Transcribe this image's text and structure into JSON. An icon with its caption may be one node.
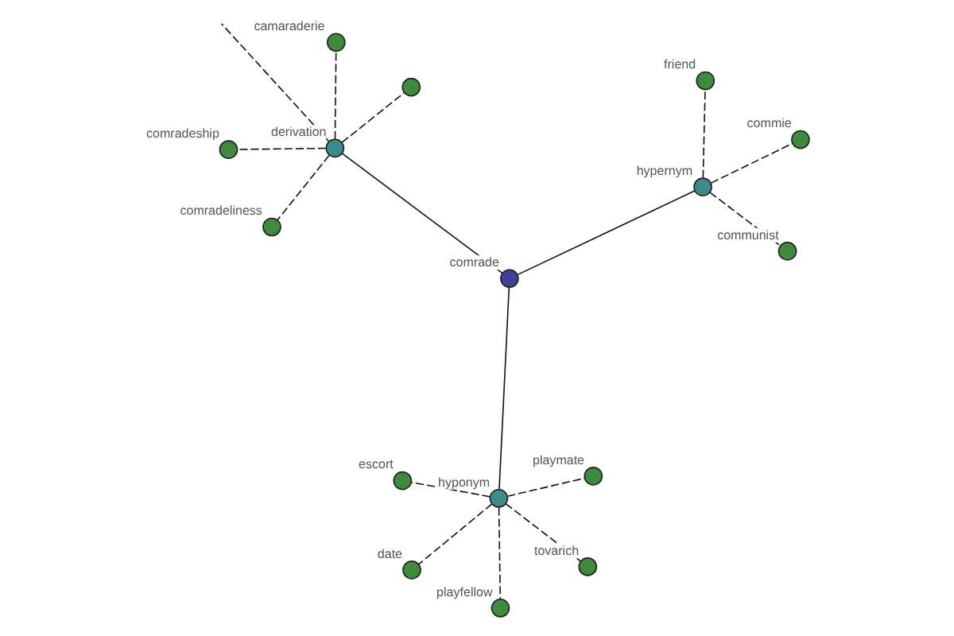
{
  "diagram": {
    "nodes": [
      {
        "text": [],
        "shape": "circle"
      },
      {
        "text": [
          "comradeship"
        ]
      },
      {
        "text": [
          "communist"
        ]
      },
      {
        "text": [
          "derivation"
        ]
      },
      {
        "text": [
          "camaraderie"
        ]
      },
      {
        "text": [
          "friend"
        ]
      },
      {
        "text": [
          "comradeliness"
        ]
      },
      {
        "text": [
          "hypernym"
        ]
      },
      {
        "text": [
          "commie"
        ]
      },
      {
        "text": [
          "comrade"
        ]
      },
      {
        "text": [
          "date"
        ]
      },
      {
        "text": [
          "playmate"
        ]
      },
      {
        "text": [
          "hyponym"
        ]
      },
      {
        "text": [
          "escort"
        ]
      },
      {
        "text": [
          "tovarich"
        ]
      },
      {
        "text": [
          "playfellow"
        ]
      }
    ],
    "edges": [
      {
        "from": 9,
        "to": 7,
        "arrow": "none"
      },
      {
        "from": 9,
        "to": 3,
        "arrow": "none"
      },
      {
        "from": 9,
        "to": 12,
        "arrow": "none"
      },
      {
        "from": 7,
        "to": 2,
        "arrow": "none",
        "style": "dashed"
      },
      {
        "from": 7,
        "to": 5,
        "arrow": "none",
        "style": "dashed"
      },
      {
        "from": 7,
        "to": 8,
        "arrow": "none",
        "style": "dashed"
      },
      {
        "from": 3,
        "to": 0,
        "arrow": "none",
        "style": "dashed"
      },
      {
        "from": 3,
        "to": 1,
        "arrow": "none",
        "style": "dashed"
      },
      {
        "from": 3,
        "to": null,
        "arrow": "none",
        "style": "dashed"
      },
      {
        "from": 3,
        "to": 4,
        "arrow": "none",
        "style": "dashed"
      },
      {
        "from": 3,
        "to": 6,
        "arrow": "none",
        "style": "dashed"
      },
      {
        "from": 12,
        "to": 10,
        "arrow": "none",
        "style": "dashed"
      },
      {
        "from": 12,
        "to": 11,
        "arrow": "none",
        "style": "dashed"
      },
      {
        "from": 12,
        "to": 13,
        "arrow": "none",
        "style": "dashed"
      },
      {
        "from": 12,
        "to": 14,
        "arrow": "none",
        "style": "dashed"
      },
      {
        "from": 12,
        "to": 15,
        "arrow": "none",
        "style": "dashed"
      }
    ]
  }
}
